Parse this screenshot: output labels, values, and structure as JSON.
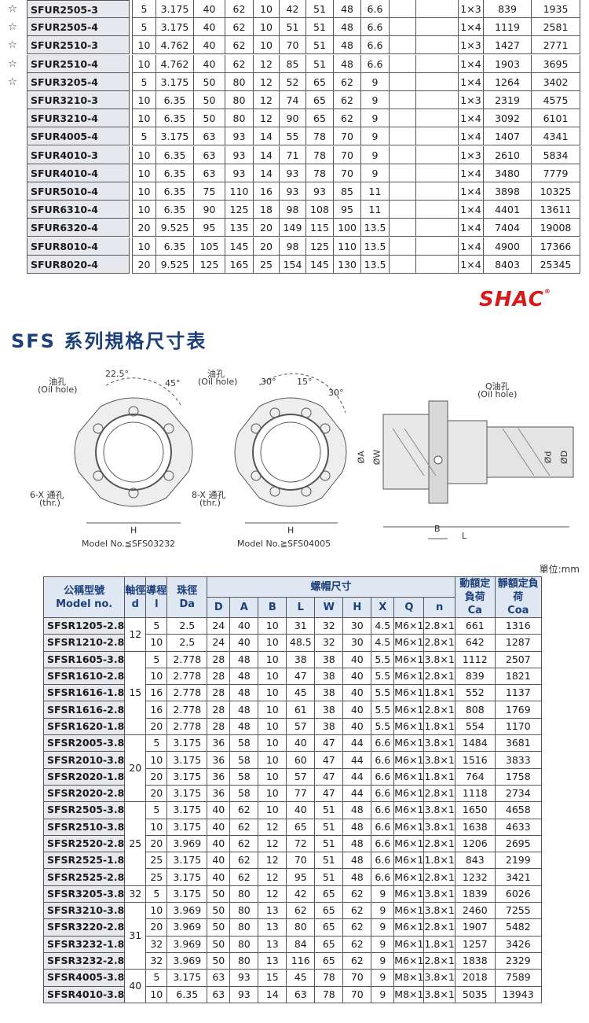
{
  "top_table": {
    "rows": [
      {
        "star": "☆",
        "model": "SFUR2505-3",
        "cells": [
          "5",
          "3.175",
          "40",
          "62",
          "10",
          "42",
          "51",
          "48",
          "6.6",
          "",
          "",
          "1×3",
          "839",
          "1935"
        ]
      },
      {
        "star": "☆",
        "model": "SFUR2505-4",
        "cells": [
          "5",
          "3.175",
          "40",
          "62",
          "10",
          "51",
          "51",
          "48",
          "6.6",
          "",
          "",
          "1×4",
          "1119",
          "2581"
        ]
      },
      {
        "star": "☆",
        "model": "SFUR2510-3",
        "cells": [
          "10",
          "4.762",
          "40",
          "62",
          "10",
          "70",
          "51",
          "48",
          "6.6",
          "",
          "",
          "1×3",
          "1427",
          "2771"
        ]
      },
      {
        "star": "☆",
        "model": "SFUR2510-4",
        "cells": [
          "10",
          "4.762",
          "40",
          "62",
          "12",
          "85",
          "51",
          "48",
          "6.6",
          "",
          "",
          "1×4",
          "1903",
          "3695"
        ]
      },
      {
        "star": "☆",
        "model": "SFUR3205-4",
        "cells": [
          "5",
          "3.175",
          "50",
          "80",
          "12",
          "52",
          "65",
          "62",
          "9",
          "",
          "",
          "1×4",
          "1264",
          "3402"
        ]
      },
      {
        "star": "",
        "model": "SFUR3210-3",
        "cells": [
          "10",
          "6.35",
          "50",
          "80",
          "12",
          "74",
          "65",
          "62",
          "9",
          "",
          "",
          "1×3",
          "2319",
          "4575"
        ]
      },
      {
        "star": "",
        "model": "SFUR3210-4",
        "cells": [
          "10",
          "6.35",
          "50",
          "80",
          "12",
          "90",
          "65",
          "62",
          "9",
          "",
          "",
          "1×4",
          "3092",
          "6101"
        ]
      },
      {
        "star": "",
        "model": "SFUR4005-4",
        "cells": [
          "5",
          "3.175",
          "63",
          "93",
          "14",
          "55",
          "78",
          "70",
          "9",
          "",
          "",
          "1×4",
          "1407",
          "4341"
        ]
      },
      {
        "star": "",
        "model": "SFUR4010-3",
        "cells": [
          "10",
          "6.35",
          "63",
          "93",
          "14",
          "71",
          "78",
          "70",
          "9",
          "",
          "",
          "1×3",
          "2610",
          "5834"
        ]
      },
      {
        "star": "",
        "model": "SFUR4010-4",
        "cells": [
          "10",
          "6.35",
          "63",
          "93",
          "14",
          "93",
          "78",
          "70",
          "9",
          "",
          "",
          "1×4",
          "3480",
          "7779"
        ]
      },
      {
        "star": "",
        "model": "SFUR5010-4",
        "cells": [
          "10",
          "6.35",
          "75",
          "110",
          "16",
          "93",
          "93",
          "85",
          "11",
          "",
          "",
          "1×4",
          "3898",
          "10325"
        ]
      },
      {
        "star": "",
        "model": "SFUR6310-4",
        "cells": [
          "10",
          "6.35",
          "90",
          "125",
          "18",
          "98",
          "108",
          "95",
          "11",
          "",
          "",
          "1×4",
          "4401",
          "13611"
        ]
      },
      {
        "star": "",
        "model": "SFUR6320-4",
        "cells": [
          "20",
          "9.525",
          "95",
          "135",
          "20",
          "149",
          "115",
          "100",
          "13.5",
          "",
          "",
          "1×4",
          "7404",
          "19008"
        ]
      },
      {
        "star": "",
        "model": "SFUR8010-4",
        "cells": [
          "10",
          "6.35",
          "105",
          "145",
          "20",
          "98",
          "125",
          "110",
          "13.5",
          "",
          "",
          "1×4",
          "4900",
          "17366"
        ]
      },
      {
        "star": "",
        "model": "SFUR8020-4",
        "cells": [
          "20",
          "9.525",
          "125",
          "165",
          "25",
          "154",
          "145",
          "130",
          "13.5",
          "",
          "",
          "1×4",
          "8403",
          "25345"
        ]
      }
    ]
  },
  "logo": {
    "text": "SHAC",
    "mark": "®"
  },
  "series_title": "SFS 系列規格尺寸表",
  "diagram": {
    "left": {
      "oil": "油孔",
      "oil_en": "(Oil hole)",
      "angle1": "22.5°",
      "angle2": "45°",
      "holes": "6-X 通孔",
      "holes_en": "(thr.)",
      "h": "H",
      "model": "Model No.≦SFS03232"
    },
    "middle": {
      "oil": "油孔",
      "oil_en": "(Oil hole)",
      "angle1": "30°",
      "angle2": "15°",
      "angle3": "30°",
      "holes": "8-X 通孔",
      "holes_en": "(thr.)",
      "h": "H",
      "model": "Model No.≧SFS04005"
    },
    "right": {
      "q": "Q油孔",
      "q_en": "(Oil hole)",
      "a": "ØA",
      "w": "ØW",
      "d": "Ød",
      "D": "ØD",
      "b": "B",
      "l": "L"
    }
  },
  "unit": "單位:mm",
  "main_table": {
    "headers": {
      "model_zh": "公稱型號",
      "model_en": "Model no.",
      "axis": "軸徑",
      "axis_sym": "d",
      "lead": "導程",
      "lead_sym": "l",
      "ball": "珠徑",
      "ball_sym": "Da",
      "nut": "螺帽尺寸",
      "dyn": "動額定負荷",
      "dyn_sym": "Ca",
      "sta": "靜額定負荷",
      "sta_sym": "Coa",
      "sub": [
        "D",
        "A",
        "B",
        "L",
        "W",
        "H",
        "X",
        "Q",
        "n"
      ]
    },
    "rows": [
      {
        "model": "SFSR1205-2.8",
        "d": "12",
        "l": "5",
        "da": "2.5",
        "vals": [
          "24",
          "40",
          "10",
          "31",
          "32",
          "30",
          "4.5",
          "M6×1",
          "2.8×1"
        ],
        "ca": "661",
        "coa": "1316"
      },
      {
        "model": "SFSR1210-2.8",
        "d": "",
        "l": "10",
        "da": "2.5",
        "vals": [
          "24",
          "40",
          "10",
          "48.5",
          "32",
          "30",
          "4.5",
          "M6×1",
          "2.8×1"
        ],
        "ca": "642",
        "coa": "1287"
      },
      {
        "model": "SFSR1605-3.8",
        "d": "15",
        "l": "5",
        "da": "2.778",
        "vals": [
          "28",
          "48",
          "10",
          "38",
          "38",
          "40",
          "5.5",
          "M6×1",
          "3.8×1"
        ],
        "ca": "1112",
        "coa": "2507"
      },
      {
        "model": "SFSR1610-2.8",
        "d": "",
        "l": "10",
        "da": "2.778",
        "vals": [
          "28",
          "48",
          "10",
          "47",
          "38",
          "40",
          "5.5",
          "M6×1",
          "2.8×1"
        ],
        "ca": "839",
        "coa": "1821"
      },
      {
        "model": "SFSR1616-1.8",
        "d": "",
        "l": "16",
        "da": "2.778",
        "vals": [
          "28",
          "48",
          "10",
          "45",
          "38",
          "40",
          "5.5",
          "M6×1",
          "1.8×1"
        ],
        "ca": "552",
        "coa": "1137"
      },
      {
        "model": "SFSR1616-2.8",
        "d": "",
        "l": "16",
        "da": "2.778",
        "vals": [
          "28",
          "48",
          "10",
          "61",
          "38",
          "40",
          "5.5",
          "M6×1",
          "2.8×1"
        ],
        "ca": "808",
        "coa": "1769"
      },
      {
        "model": "SFSR1620-1.8",
        "d": "",
        "l": "20",
        "da": "2.778",
        "vals": [
          "28",
          "48",
          "10",
          "57",
          "38",
          "40",
          "5.5",
          "M6×1",
          "1.8×1"
        ],
        "ca": "554",
        "coa": "1170"
      },
      {
        "model": "SFSR2005-3.8",
        "d": "20",
        "l": "5",
        "da": "3.175",
        "vals": [
          "36",
          "58",
          "10",
          "40",
          "47",
          "44",
          "6.6",
          "M6×1",
          "3.8×1"
        ],
        "ca": "1484",
        "coa": "3681"
      },
      {
        "model": "SFSR2010-3.8",
        "d": "",
        "l": "10",
        "da": "3.175",
        "vals": [
          "36",
          "58",
          "10",
          "60",
          "47",
          "44",
          "6.6",
          "M6×1",
          "3.8×1"
        ],
        "ca": "1516",
        "coa": "3833"
      },
      {
        "model": "SFSR2020-1.8",
        "d": "",
        "l": "20",
        "da": "3.175",
        "vals": [
          "36",
          "58",
          "10",
          "57",
          "47",
          "44",
          "6.6",
          "M6×1",
          "1.8×1"
        ],
        "ca": "764",
        "coa": "1758"
      },
      {
        "model": "SFSR2020-2.8",
        "d": "",
        "l": "20",
        "da": "3.175",
        "vals": [
          "36",
          "58",
          "10",
          "77",
          "47",
          "44",
          "6.6",
          "M6×1",
          "2.8×1"
        ],
        "ca": "1118",
        "coa": "2734"
      },
      {
        "model": "SFSR2505-3.8",
        "d": "25",
        "l": "5",
        "da": "3.175",
        "vals": [
          "40",
          "62",
          "10",
          "40",
          "51",
          "48",
          "6.6",
          "M6×1",
          "3.8×1"
        ],
        "ca": "1650",
        "coa": "4658"
      },
      {
        "model": "SFSR2510-3.8",
        "d": "",
        "l": "10",
        "da": "3.175",
        "vals": [
          "40",
          "62",
          "12",
          "65",
          "51",
          "48",
          "6.6",
          "M6×1",
          "3.8×1"
        ],
        "ca": "1638",
        "coa": "4633"
      },
      {
        "model": "SFSR2520-2.8",
        "d": "",
        "l": "20",
        "da": "3.969",
        "vals": [
          "40",
          "62",
          "12",
          "72",
          "51",
          "48",
          "6.6",
          "M6×1",
          "2.8×1"
        ],
        "ca": "1206",
        "coa": "2695"
      },
      {
        "model": "SFSR2525-1.8",
        "d": "",
        "l": "25",
        "da": "3.175",
        "vals": [
          "40",
          "62",
          "12",
          "70",
          "51",
          "48",
          "6.6",
          "M6×1",
          "1.8×1"
        ],
        "ca": "843",
        "coa": "2199"
      },
      {
        "model": "SFSR2525-2.8",
        "d": "",
        "l": "25",
        "da": "3.175",
        "vals": [
          "40",
          "62",
          "12",
          "95",
          "51",
          "48",
          "6.6",
          "M6×1",
          "2.8×1"
        ],
        "ca": "1232",
        "coa": "3421"
      },
      {
        "model": "SFSR3205-3.8",
        "d": "32",
        "l": "5",
        "da": "3.175",
        "vals": [
          "50",
          "80",
          "12",
          "42",
          "65",
          "62",
          "9",
          "M6×1",
          "3.8×1"
        ],
        "ca": "1839",
        "coa": "6026"
      },
      {
        "model": "SFSR3210-3.8",
        "d": "31",
        "l": "10",
        "da": "3.969",
        "vals": [
          "50",
          "80",
          "13",
          "62",
          "65",
          "62",
          "9",
          "M6×1",
          "3.8×1"
        ],
        "ca": "2460",
        "coa": "7255"
      },
      {
        "model": "SFSR3220-2.8",
        "d": "",
        "l": "20",
        "da": "3.969",
        "vals": [
          "50",
          "80",
          "13",
          "80",
          "65",
          "62",
          "9",
          "M6×1",
          "2.8×1"
        ],
        "ca": "1907",
        "coa": "5482"
      },
      {
        "model": "SFSR3232-1.8",
        "d": "",
        "l": "32",
        "da": "3.969",
        "vals": [
          "50",
          "80",
          "13",
          "84",
          "65",
          "62",
          "9",
          "M6×1",
          "1.8×1"
        ],
        "ca": "1257",
        "coa": "3426"
      },
      {
        "model": "SFSR3232-2.8",
        "d": "",
        "l": "32",
        "da": "3.969",
        "vals": [
          "50",
          "80",
          "13",
          "116",
          "65",
          "62",
          "9",
          "M6×1",
          "2.8×1"
        ],
        "ca": "1838",
        "coa": "2329"
      },
      {
        "model": "SFSR4005-3.8",
        "d": "40",
        "l": "5",
        "da": "3.175",
        "vals": [
          "63",
          "93",
          "15",
          "45",
          "78",
          "70",
          "9",
          "M8×1",
          "3.8×1"
        ],
        "ca": "2018",
        "coa": "7589"
      },
      {
        "model": "SFSR4010-3.8",
        "d": "",
        "l": "10",
        "da": "6.35",
        "vals": [
          "63",
          "93",
          "14",
          "63",
          "78",
          "70",
          "9",
          "M8×1",
          "3.8×1"
        ],
        "ca": "5035",
        "coa": "13943"
      }
    ]
  }
}
